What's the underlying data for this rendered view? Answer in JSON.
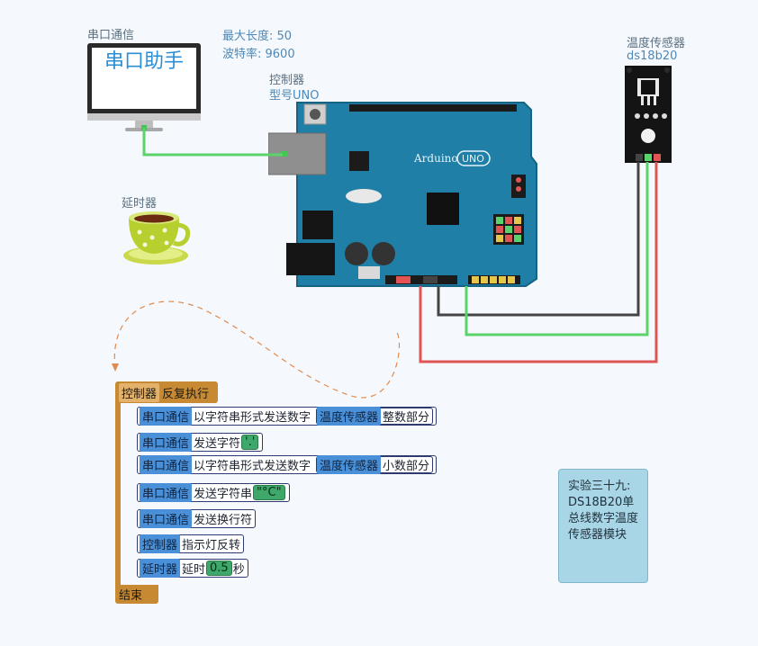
{
  "serial": {
    "label": "串口通信",
    "screen_text": "串口助手",
    "max_length": "最大长度: 50",
    "baud_rate": "波特率: 9600"
  },
  "controller": {
    "label": "控制器",
    "model": "型号UNO",
    "board_text": "Arduino",
    "board_model": "UNO"
  },
  "timer": {
    "label": "延时器"
  },
  "sensor": {
    "label": "温度传感器",
    "model": "ds18b20"
  },
  "program": {
    "loop_device": "控制器",
    "loop_label": "反复执行",
    "end_label": "结束",
    "statements": [
      {
        "device": "串口通信",
        "text": "以字符串形式发送数字",
        "arg_device": "温度传感器",
        "arg_text": "整数部分"
      },
      {
        "device": "串口通信",
        "text": "发送字符",
        "value": "'.'"
      },
      {
        "device": "串口通信",
        "text": "以字符串形式发送数字",
        "arg_device": "温度传感器",
        "arg_text": "小数部分"
      },
      {
        "device": "串口通信",
        "text": "发送字符串",
        "value": "\"°C\""
      },
      {
        "device": "串口通信",
        "text": "发送换行符"
      },
      {
        "device": "控制器",
        "text": "指示灯反转"
      },
      {
        "device": "延时器",
        "text": "延时",
        "value": "0.5",
        "suffix": "秒"
      }
    ]
  },
  "note": {
    "text": "实验三十九: DS18B20单总线数字温度传感器模块"
  },
  "colors": {
    "board": "#1f7fa6",
    "wire_green": "#5ad46a",
    "wire_red": "#e05454",
    "wire_black": "#444444",
    "block_tag": "#4a90d8",
    "loop": "#c78a33"
  }
}
